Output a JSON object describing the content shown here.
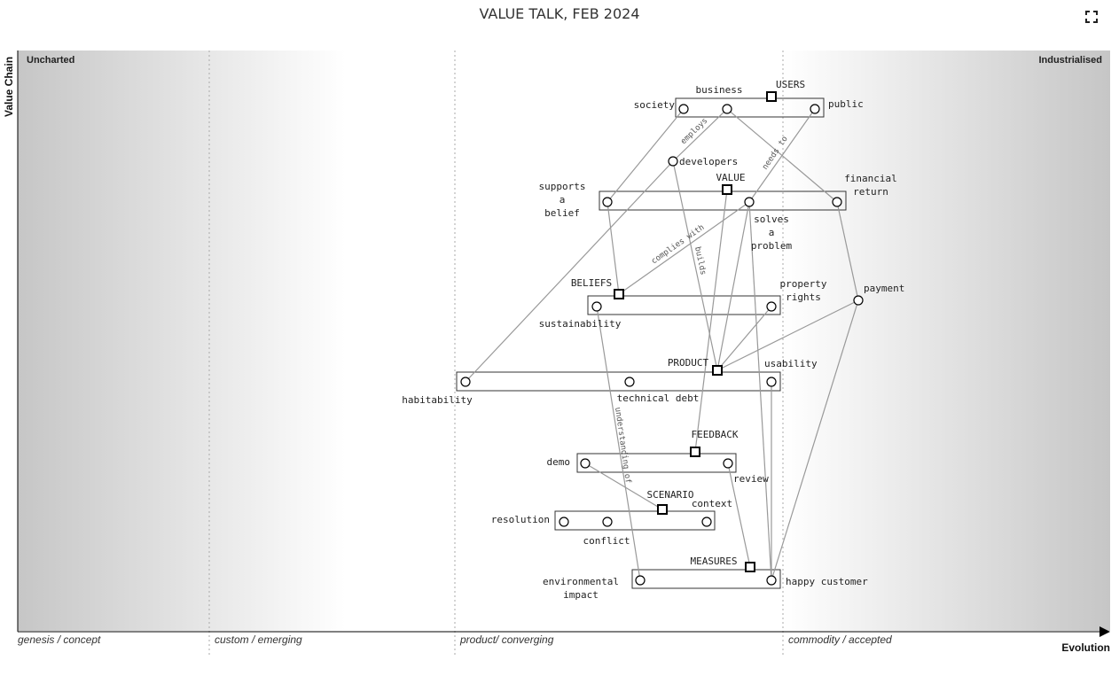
{
  "title": "VALUE TALK, FEB 2024",
  "axes": {
    "y_label": "Value Chain",
    "x_label": "Evolution",
    "corner_left": "Uncharted",
    "corner_right": "Industrialised",
    "stages": [
      "genesis / concept",
      "custom / emerging",
      "product/ converging",
      "commodity / accepted"
    ]
  },
  "icons": {
    "fullscreen": "fullscreen-icon"
  },
  "nodes": [
    {
      "id": "users",
      "label": "USERS",
      "kind": "square"
    },
    {
      "id": "business",
      "label": "business",
      "kind": "circle"
    },
    {
      "id": "society",
      "label": "society",
      "kind": "circle"
    },
    {
      "id": "public",
      "label": "public",
      "kind": "circle"
    },
    {
      "id": "developers",
      "label": "developers",
      "kind": "circle"
    },
    {
      "id": "value",
      "label": "VALUE",
      "kind": "square"
    },
    {
      "id": "supports",
      "label": "supports\na\nbelief",
      "kind": "circle"
    },
    {
      "id": "solves",
      "label": "solves\na\nproblem",
      "kind": "circle"
    },
    {
      "id": "financial",
      "label": "financial\nreturn",
      "kind": "circle"
    },
    {
      "id": "beliefs",
      "label": "BELIEFS",
      "kind": "square"
    },
    {
      "id": "sustainability",
      "label": "sustainability",
      "kind": "circle"
    },
    {
      "id": "property",
      "label": "property\nrights",
      "kind": "circle"
    },
    {
      "id": "payment",
      "label": "payment",
      "kind": "circle"
    },
    {
      "id": "product",
      "label": "PRODUCT",
      "kind": "square"
    },
    {
      "id": "usability",
      "label": "usability",
      "kind": "circle"
    },
    {
      "id": "habitability",
      "label": "habitability",
      "kind": "circle"
    },
    {
      "id": "techdebt",
      "label": "technical debt",
      "kind": "circle"
    },
    {
      "id": "feedback",
      "label": "FEEDBACK",
      "kind": "square"
    },
    {
      "id": "demo",
      "label": "demo",
      "kind": "circle"
    },
    {
      "id": "review",
      "label": "review",
      "kind": "circle"
    },
    {
      "id": "scenario",
      "label": "SCENARIO",
      "kind": "square"
    },
    {
      "id": "resolution",
      "label": "resolution",
      "kind": "circle"
    },
    {
      "id": "conflict",
      "label": "conflict",
      "kind": "circle"
    },
    {
      "id": "context",
      "label": "context",
      "kind": "circle"
    },
    {
      "id": "measures",
      "label": "MEASURES",
      "kind": "square"
    },
    {
      "id": "environmental",
      "label": "environmental\nimpact",
      "kind": "circle"
    },
    {
      "id": "happy",
      "label": "happy customer",
      "kind": "circle"
    }
  ],
  "link_labels": {
    "employs": "employs",
    "needs_to": "needs to",
    "complies_with": "complies with",
    "builds": "builds",
    "understanding_of": "understanding of"
  }
}
